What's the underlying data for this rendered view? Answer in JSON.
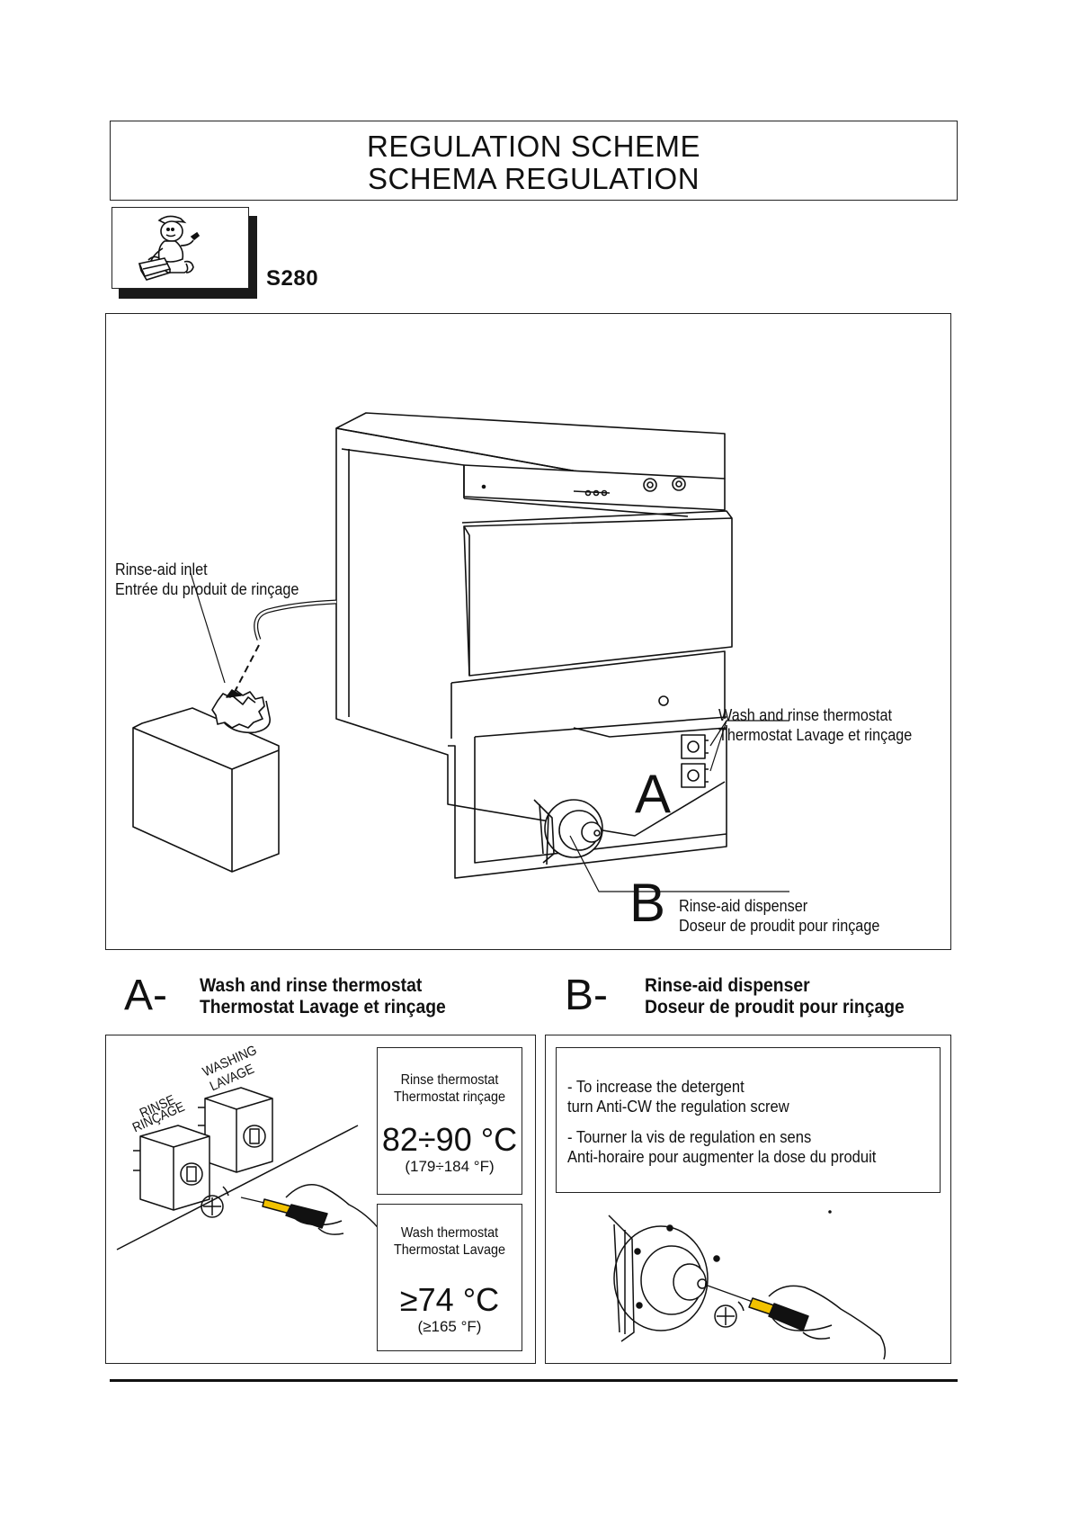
{
  "header": {
    "title_en": "REGULATION  SCHEME",
    "title_fr": "SCHEMA  REGULATION"
  },
  "technician_icon": "technician-with-toolbox-icon",
  "model": "S280",
  "diagram": {
    "rinse_aid_inlet_en": "Rinse-aid  inlet",
    "rinse_aid_inlet_fr": "Entrée  du  produit  de  rinçage",
    "thermostat_en": "Wash  and  rinse  thermostat",
    "thermostat_fr": "Thermostat  Lavage  et  rinçage",
    "marker_a": "A",
    "marker_b": "B",
    "dispenser_en": "Rinse-aid  dispenser",
    "dispenser_fr": "Doseur  de  proudit  pour  rinçage"
  },
  "section_a": {
    "letter": "A-",
    "title_en": "Wash  and  rinse  thermostat",
    "title_fr": "Thermostat  Lavage  et  rinçage",
    "label_washing": "WASHING",
    "label_lavage": "LAVAGE",
    "label_rinse": "RINSE",
    "label_rincage": "RINÇAGE",
    "rinse_box": {
      "line1": "Rinse  thermostat",
      "line2": "Thermostat  rinçage",
      "temp": "82÷90  °C",
      "temp_f": "(179÷184  °F)"
    },
    "wash_box": {
      "line1": "Wash  thermostat",
      "line2": "Thermostat  Lavage",
      "temp": "≥74  °C",
      "temp_f": "(≥165  °F)"
    }
  },
  "section_b": {
    "letter": "B-",
    "title_en": "Rinse-aid  dispenser",
    "title_fr": "Doseur  de  proudit  pour  rinçage",
    "instr_en_1": "-  To  increase  the  detergent",
    "instr_en_2": "turn  Anti-CW  the  regulation  screw",
    "instr_fr_1": "-  Tourner  la  vis  de  regulation  en  sens",
    "instr_fr_2": "Anti-horaire  pour  augmenter  la  dose  du  produit"
  }
}
